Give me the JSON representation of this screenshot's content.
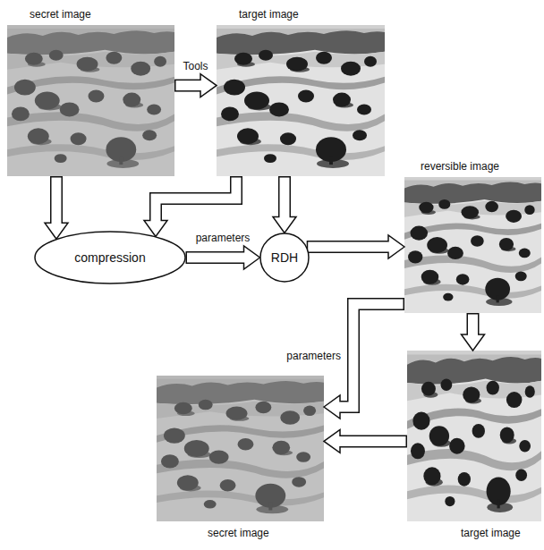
{
  "diagram": {
    "nodes": [
      {
        "text": [
          "secret image"
        ]
      },
      {
        "text": [
          "target image"
        ]
      },
      {
        "text": [
          "compression"
        ]
      },
      {
        "text": [
          "RDH"
        ]
      },
      {
        "text": [
          "reversible image"
        ]
      },
      {
        "text": [
          "target image"
        ]
      },
      {
        "text": [
          "secret image"
        ]
      }
    ],
    "edges": [
      {
        "from": 0,
        "to": 1,
        "arrow": "to",
        "label": "Tools"
      },
      {
        "from": 0,
        "to": 2,
        "arrow": "to"
      },
      {
        "from": 1,
        "to": 2,
        "arrow": "to"
      },
      {
        "from": 2,
        "to": 3,
        "arrow": "to",
        "label": "parameters"
      },
      {
        "from": 1,
        "to": 3,
        "arrow": "to"
      },
      {
        "from": 3,
        "to": 4,
        "arrow": "to"
      },
      {
        "from": 4,
        "to": 5,
        "arrow": "to"
      },
      {
        "from": 4,
        "to": 6,
        "arrow": "to",
        "label": "parameters"
      },
      {
        "from": 5,
        "to": 6,
        "arrow": "to"
      }
    ]
  }
}
